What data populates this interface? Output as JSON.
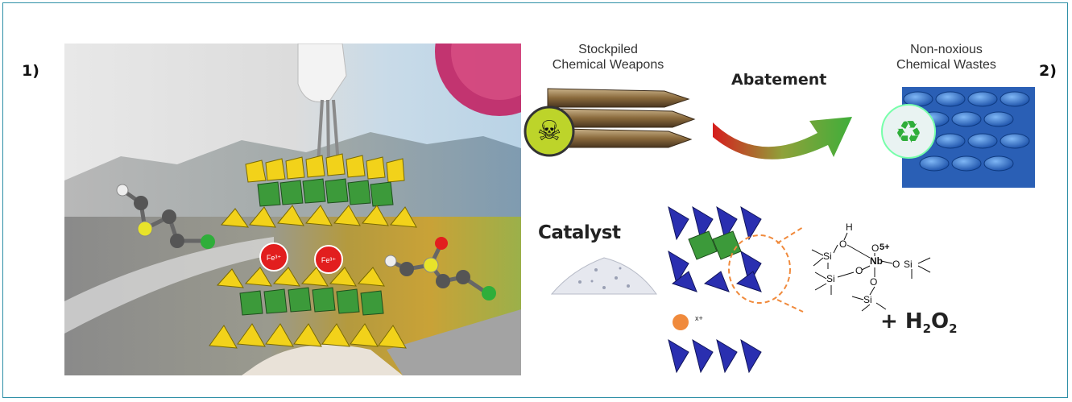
{
  "panels": {
    "label_1": "1)",
    "label_2": "2)"
  },
  "scheme": {
    "left_caption_line1": "Stockpiled",
    "left_caption_line2": "Chemical Weapons",
    "arrow_label": "Abatement",
    "right_caption_line1": "Non-noxious",
    "right_caption_line2": "Chemical Wastes",
    "catalyst_label": "Catalyst",
    "oxidant_label": "+ H",
    "oxidant_sub1": "2",
    "oxidant_mid": "O",
    "oxidant_sub2": "2"
  },
  "structure_labels": {
    "fe_left": "Fe³⁺",
    "fe_right": "Fe³⁺",
    "cation": "x+",
    "h": "H",
    "o": "O",
    "nb": "Nb",
    "charge": "5+",
    "si": "Si"
  },
  "colors": {
    "border": "#2e8fa6",
    "polyhedra_yellow": "#f2d21a",
    "polyhedra_green": "#3c9a3a",
    "polyhedra_blue": "#2a2fb0",
    "fe_red": "#e21e1e",
    "arrow_start": "#d61d1d",
    "arrow_end": "#3fae3a",
    "cation_orange": "#f08a3c"
  }
}
